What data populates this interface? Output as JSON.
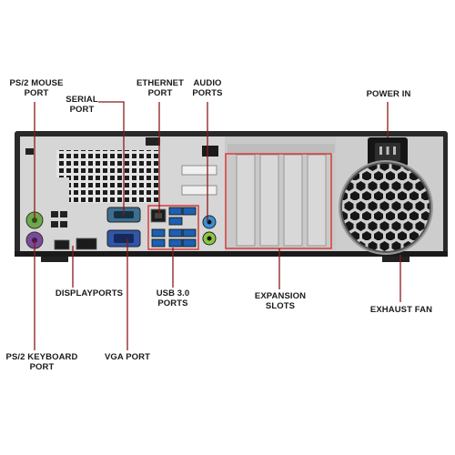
{
  "labels": {
    "ps2_mouse": [
      "PS/2 MOUSE",
      "PORT"
    ],
    "serial": [
      "SERIAL",
      "PORT"
    ],
    "ethernet": [
      "ETHERNET",
      "PORT"
    ],
    "audio": [
      "AUDIO",
      "PORTS"
    ],
    "power_in": [
      "POWER IN"
    ],
    "displayports": [
      "DISPLAYPORTS"
    ],
    "usb3": [
      "USB 3.0",
      "PORTS"
    ],
    "expansion": [
      "EXPANSION",
      "SLOTS"
    ],
    "exhaust_fan": [
      "EXHAUST FAN"
    ],
    "ps2_keyboard": [
      "PS/2 KEYBOARD",
      "PORT"
    ],
    "vga": [
      "VGA PORT"
    ]
  },
  "colors": {
    "leader_line": "#8b1a1a",
    "highlight": "#d9322e",
    "chassis": "#2a2a2a",
    "panel": "#d6d6d6",
    "ps2_mouse": "#6fa84a",
    "ps2_keyboard": "#7a4a9a",
    "vga": "#2f56a8",
    "audio_out": "#8cc63f",
    "audio_in": "#3a8fd6"
  }
}
